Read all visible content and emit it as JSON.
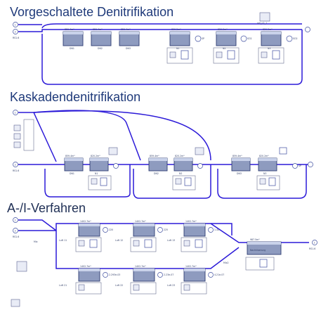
{
  "titles": {
    "predenitrification": "Vorgeschaltete Denitrifikation",
    "cascade": "Kaskadendenitrifikation",
    "ai_process": "A-/I-Verfahren"
  },
  "section1": {
    "inputs": [
      "1",
      "2"
    ],
    "input_label": "RS1.6",
    "tanks_anoxic": [
      {
        "vol": "859.4m³",
        "name": "DN1"
      },
      {
        "vol": "859.4m³",
        "name": "DN2"
      },
      {
        "vol": "859.4m³",
        "name": "DN3"
      }
    ],
    "tanks_aerobic": [
      {
        "vol": "820.2m³",
        "name": "N1"
      },
      {
        "vol": "820.2m³",
        "name": "N2"
      },
      {
        "vol": "820.2m³",
        "name": "N3"
      }
    ],
    "ctrl_labels": [
      "SP",
      "SO2",
      "SO2"
    ],
    "blower_label": "set_n2_1"
  },
  "section2": {
    "inputs": [
      "1",
      "2"
    ],
    "input_label": "RS1.6",
    "stages": [
      {
        "dn": "859.4m³",
        "dn_name": "DN1",
        "n": "820.2m³",
        "n_name": "N1"
      },
      {
        "dn": "859.4m³",
        "dn_name": "DN2",
        "n": "820.2m³",
        "n_name": "N2"
      },
      {
        "dn": "859.4m³",
        "dn_name": "DN3",
        "n": "820.2m³",
        "n_name": "N3"
      }
    ],
    "ctrl_label": "SP"
  },
  "section3": {
    "inputs": [
      "1",
      "2"
    ],
    "input_label": "RS1.6",
    "upper_tanks": [
      "1402.7m³",
      "1402.7m³",
      "1402.7m³"
    ],
    "lower_tanks": [
      "1402.7m³",
      "1402.7m³",
      "1402.7m³"
    ],
    "ctrl_labels": [
      "220",
      "225",
      "1.44"
    ],
    "lower_ctrl_labels": [
      "2.293e-03",
      "2.23e-07",
      "4.21e-07"
    ],
    "clarifier": {
      "vol": "987.5m³",
      "name": "Nachklaerung"
    },
    "output": "1",
    "output_label": "RS1.6",
    "mix_labels": [
      "Mix",
      "Mix2"
    ],
    "blower_labels": [
      "Luft 11",
      "Luft 12",
      "Luft 13",
      "Luft 21",
      "Luft 22",
      "Luft 23"
    ]
  }
}
